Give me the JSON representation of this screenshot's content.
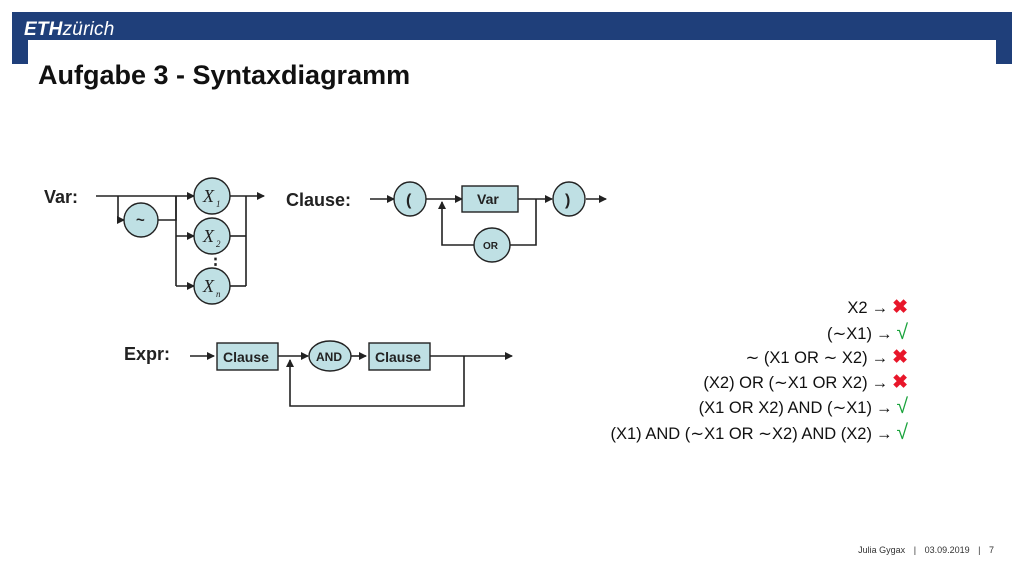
{
  "header": {
    "logo_eth": "ETH",
    "logo_zurich": "zürich",
    "title": "Aufgabe 3 - Syntaxdiagramm"
  },
  "diagram": {
    "var_label": "Var:",
    "tilde": "~",
    "x_letter": "X",
    "x1_sub": "1",
    "x2_sub": "2",
    "xn_sub": "n",
    "dots": "⋮",
    "clause_label": "Clause:",
    "open_paren": "(",
    "var_box": "Var",
    "close_paren": ")",
    "or_label": "OR",
    "expr_label": "Expr:",
    "clause_box_1": "Clause",
    "and_label": "AND",
    "clause_box_2": "Clause"
  },
  "examples": [
    {
      "expr": "X2",
      "result": "✖",
      "valid": false
    },
    {
      "expr": "(∼X1)",
      "result": "√",
      "valid": true
    },
    {
      "expr": "∼ (X1 OR ∼ X2)",
      "result": "✖",
      "valid": false
    },
    {
      "expr": "(X2) OR (∼X1 OR X2)",
      "result": "✖",
      "valid": false
    },
    {
      "expr": "(X1 OR X2) AND (∼X1)",
      "result": "√",
      "valid": true
    },
    {
      "expr": "(X1) AND (∼X1 OR ∼X2) AND (X2)",
      "result": "√",
      "valid": true
    }
  ],
  "arrow_glyph": "→",
  "footer": {
    "author": "Julia Gygax",
    "sep1": "|",
    "date": "03.09.2019",
    "sep2": "|",
    "page": "7"
  },
  "colors": {
    "header_bar": "#1f3f7a",
    "box_fill": "#bfe0e4",
    "invalid": "#e8162a",
    "valid": "#1aa33c"
  }
}
